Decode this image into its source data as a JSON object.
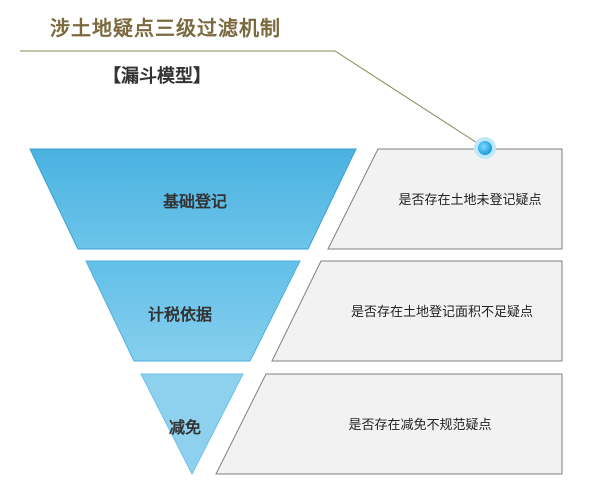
{
  "title": "涉土地疑点三级过滤机制",
  "subtitle": "【漏斗模型】",
  "stages": [
    {
      "label": "基础登记",
      "description": "是否存在土地未登记疑点"
    },
    {
      "label": "计税依据",
      "description": "是否存在土地登记面积不足疑点"
    },
    {
      "label": "减免",
      "description": "是否存在减免不规范疑点"
    }
  ],
  "colors": {
    "funnel1": "#4fb5e0",
    "funnel2": "#6cc3ea",
    "funnel3": "#8dd1ee",
    "panel": "#f2f2f2",
    "accent_line": "#8a8a5a",
    "title": "#7a6a3e"
  }
}
